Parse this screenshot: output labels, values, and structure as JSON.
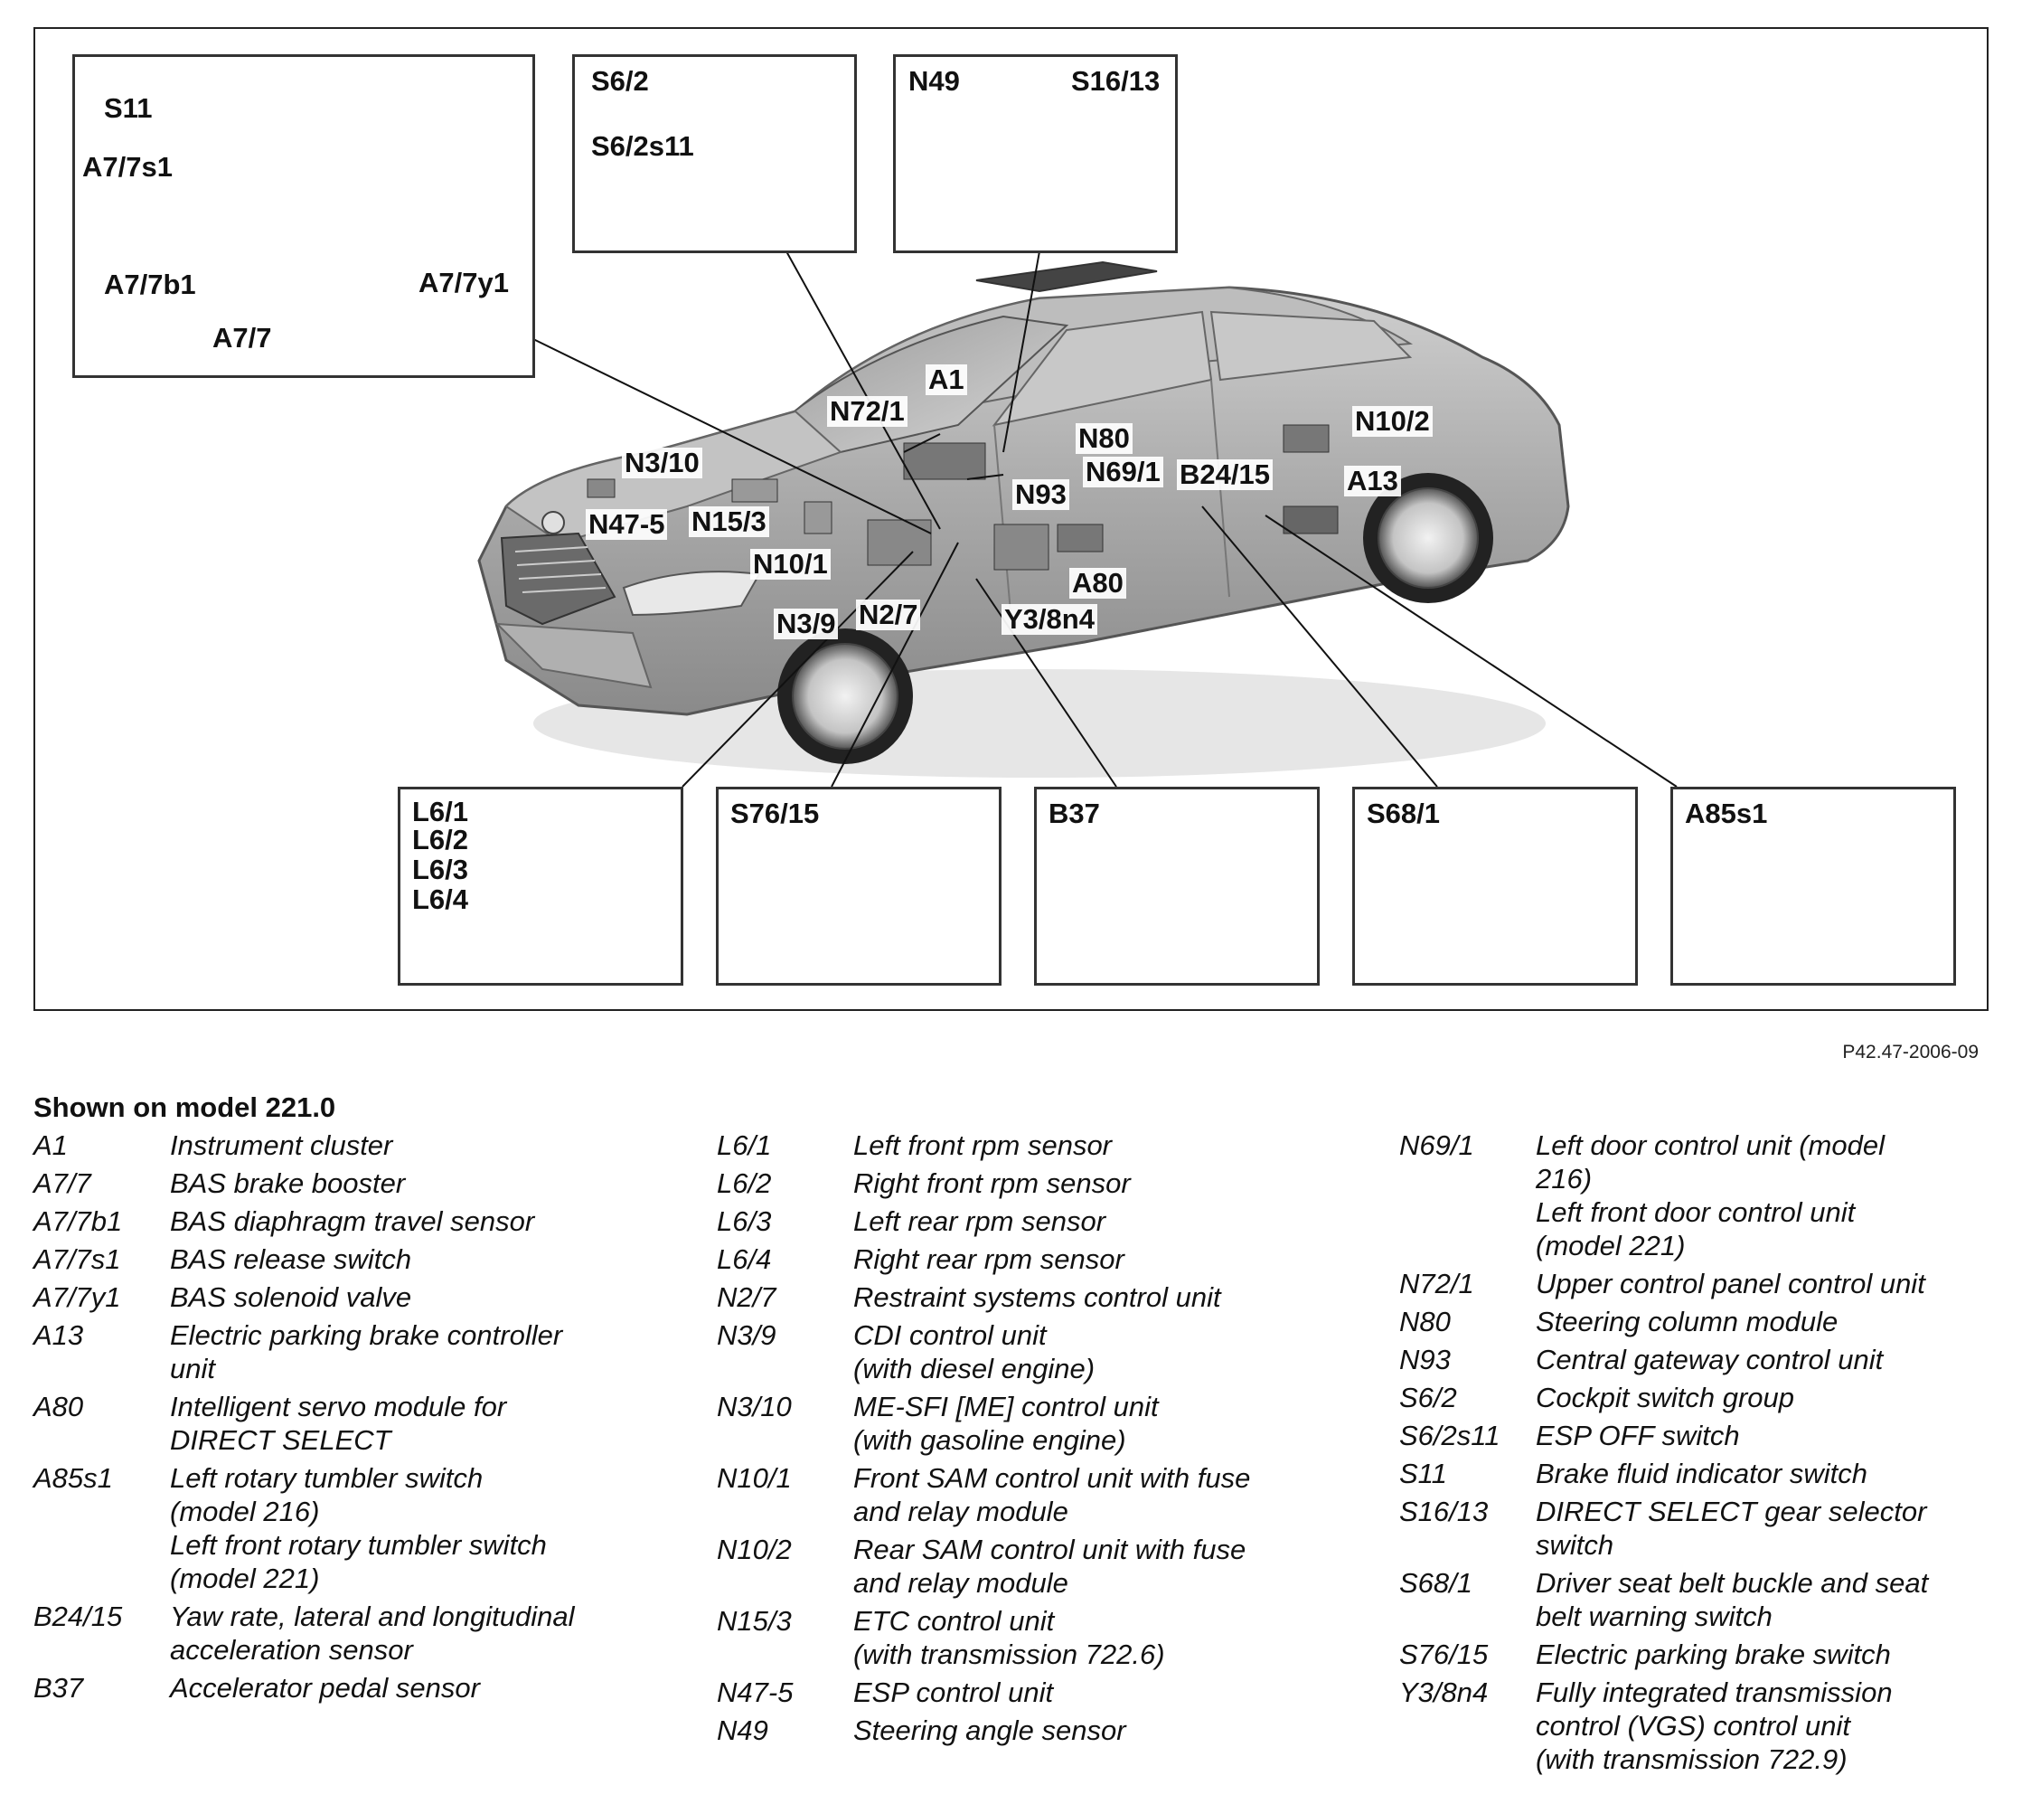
{
  "diagram": {
    "reference": "P42.47-2006-09",
    "labels": {
      "s11": "S11",
      "a77s1": "A7/7s1",
      "a77b1": "A7/7b1",
      "a77y1": "A7/7y1",
      "a77": "A7/7",
      "s62": "S6/2",
      "s62s11": "S6/2s11",
      "n49": "N49",
      "s1613": "S16/13",
      "a1": "A1",
      "n721": "N72/1",
      "n80": "N80",
      "n102": "N10/2",
      "n310": "N3/10",
      "n691": "N69/1",
      "b2415": "B24/15",
      "a13": "A13",
      "n93": "N93",
      "n475": "N47-5",
      "n153": "N15/3",
      "n101": "N10/1",
      "a80": "A80",
      "n39": "N3/9",
      "n27": "N2/7",
      "y38n4": "Y3/8n4",
      "l61": "L6/1",
      "l62": "L6/2",
      "l63": "L6/3",
      "l64": "L6/4",
      "s7615": "S76/15",
      "b37": "B37",
      "s681": "S68/1",
      "a85s1": "A85s1"
    }
  },
  "legend": {
    "title": "Shown on model 221.0",
    "col1": [
      {
        "code": "A1",
        "desc": [
          "Instrument cluster"
        ]
      },
      {
        "code": "A7/7",
        "desc": [
          "BAS brake booster"
        ]
      },
      {
        "code": "A7/7b1",
        "desc": [
          "BAS diaphragm travel sensor"
        ]
      },
      {
        "code": "A7/7s1",
        "desc": [
          "BAS release switch"
        ]
      },
      {
        "code": "A7/7y1",
        "desc": [
          "BAS solenoid valve"
        ]
      },
      {
        "code": "A13",
        "desc": [
          "Electric parking brake controller",
          "unit"
        ]
      },
      {
        "code": "A80",
        "desc": [
          "Intelligent servo module for",
          "DIRECT SELECT"
        ]
      },
      {
        "code": "A85s1",
        "desc": [
          "Left rotary tumbler switch",
          "(model 216)",
          "Left front rotary tumbler switch",
          "(model 221)"
        ]
      },
      {
        "code": "B24/15",
        "desc": [
          "Yaw rate, lateral and longitudinal",
          "acceleration sensor"
        ]
      },
      {
        "code": "B37",
        "desc": [
          "Accelerator pedal sensor"
        ]
      }
    ],
    "col2": [
      {
        "code": "L6/1",
        "desc": [
          "Left front rpm sensor"
        ]
      },
      {
        "code": "L6/2",
        "desc": [
          "Right front rpm sensor"
        ]
      },
      {
        "code": "L6/3",
        "desc": [
          "Left rear rpm sensor"
        ]
      },
      {
        "code": "L6/4",
        "desc": [
          "Right rear rpm sensor"
        ]
      },
      {
        "code": "N2/7",
        "desc": [
          "Restraint systems control unit"
        ]
      },
      {
        "code": "N3/9",
        "desc": [
          "CDI control unit",
          "(with diesel engine)"
        ]
      },
      {
        "code": "N3/10",
        "desc": [
          "ME-SFI [ME] control unit",
          "(with gasoline engine)"
        ]
      },
      {
        "code": "N10/1",
        "desc": [
          "Front SAM control unit with fuse",
          "and relay module"
        ]
      },
      {
        "code": "N10/2",
        "desc": [
          "Rear SAM control unit with fuse",
          "and relay module"
        ]
      },
      {
        "code": "N15/3",
        "desc": [
          "ETC control unit",
          "(with transmission 722.6)"
        ]
      },
      {
        "code": "N47-5",
        "desc": [
          "ESP control unit"
        ]
      },
      {
        "code": "N49",
        "desc": [
          "Steering angle sensor"
        ]
      }
    ],
    "col3": [
      {
        "code": "N69/1",
        "desc": [
          "Left door control unit (model",
          "216)",
          "Left front door control unit",
          "(model 221)"
        ]
      },
      {
        "code": "N72/1",
        "desc": [
          "Upper control panel control unit"
        ]
      },
      {
        "code": "N80",
        "desc": [
          "Steering column module"
        ]
      },
      {
        "code": "N93",
        "desc": [
          "Central gateway control unit"
        ]
      },
      {
        "code": "S6/2",
        "desc": [
          "Cockpit switch group"
        ]
      },
      {
        "code": "S6/2s11",
        "desc": [
          "ESP OFF switch"
        ]
      },
      {
        "code": "S11",
        "desc": [
          "Brake fluid indicator switch"
        ]
      },
      {
        "code": "S16/13",
        "desc": [
          "DIRECT SELECT gear selector",
          "switch"
        ]
      },
      {
        "code": "S68/1",
        "desc": [
          "Driver seat belt buckle and seat",
          "belt warning switch"
        ]
      },
      {
        "code": "S76/15",
        "desc": [
          "Electric parking brake switch"
        ]
      },
      {
        "code": "Y3/8n4",
        "desc": [
          "Fully integrated transmission",
          "control (VGS) control unit",
          "(with transmission 722.9)"
        ]
      }
    ]
  }
}
